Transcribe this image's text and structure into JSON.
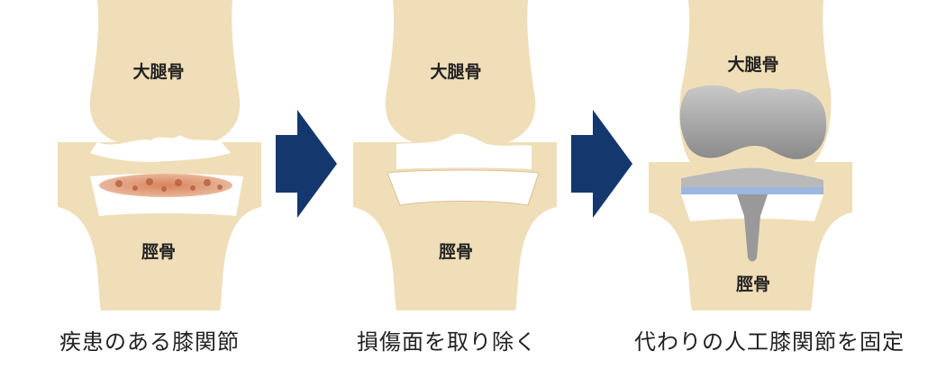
{
  "colors": {
    "bone": "#f0deb8",
    "bone_outline": "#d9c296",
    "cartilage": "#ffffff",
    "arrow": "#14376e",
    "implant": "#999999",
    "implant_plate": "#b9b9b9",
    "liner": "#9db6e0",
    "lesion": "#c76e4e"
  },
  "panels": [
    {
      "femur_label": "大腿骨",
      "tibia_label": "脛骨",
      "caption": "疾患のある膝関節"
    },
    {
      "femur_label": "大腿骨",
      "tibia_label": "脛骨",
      "caption": "損傷面を取り除く"
    },
    {
      "femur_label": "大腿骨",
      "tibia_label": "脛骨",
      "caption": "代わりの人工膝関節を固定"
    }
  ],
  "arrows": [
    {
      "icon": "right-arrow-icon"
    },
    {
      "icon": "right-arrow-icon"
    }
  ]
}
